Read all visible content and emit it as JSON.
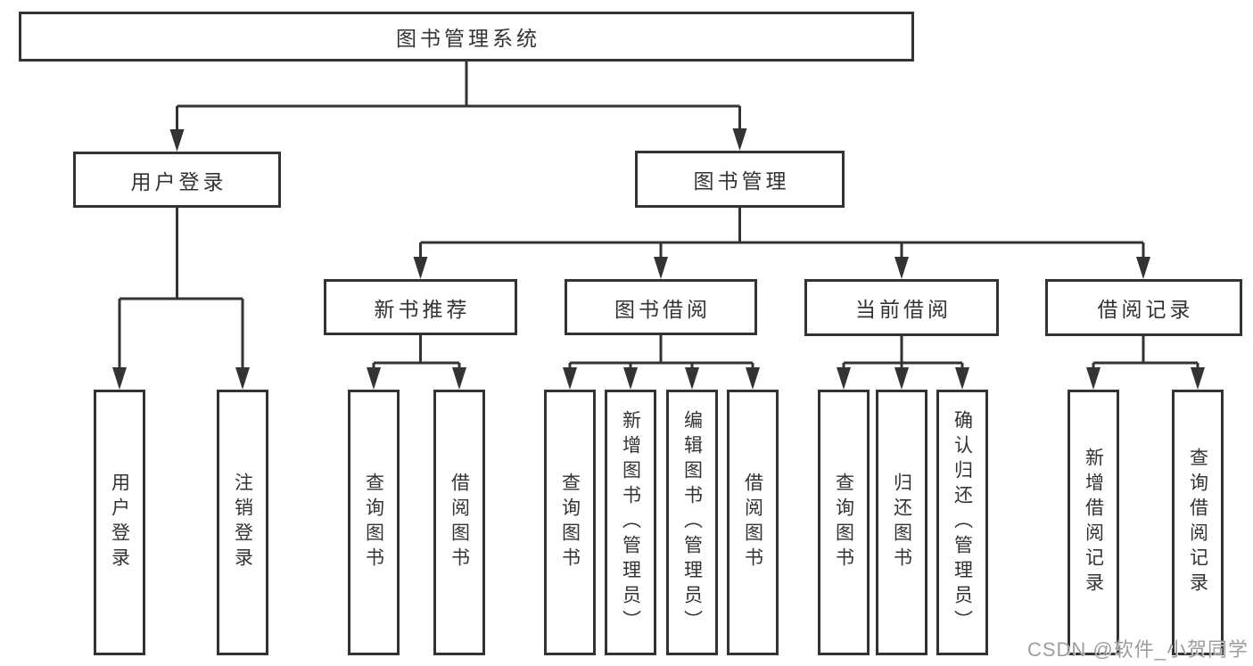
{
  "diagram_title": "图书管理系统",
  "colors": {
    "line": "#333333",
    "text": "#333333",
    "box_background": "#ffffff",
    "watermark": "#989898"
  },
  "tree": {
    "label": "图书管理系统",
    "children": [
      {
        "label": "用户登录",
        "children": [
          {
            "label": "用户登录"
          },
          {
            "label": "注销登录"
          }
        ]
      },
      {
        "label": "图书管理",
        "children": [
          {
            "label": "新书推荐",
            "children": [
              {
                "label": "查询图书"
              },
              {
                "label": "借阅图书"
              }
            ]
          },
          {
            "label": "图书借阅",
            "children": [
              {
                "label": "查询图书"
              },
              {
                "label": "新增图书（管理员）"
              },
              {
                "label": "编辑图书（管理员）"
              },
              {
                "label": "借阅图书"
              }
            ]
          },
          {
            "label": "当前借阅",
            "children": [
              {
                "label": "查询图书"
              },
              {
                "label": "归还图书"
              },
              {
                "label": "确认归还（管理员）"
              }
            ]
          },
          {
            "label": "借阅记录",
            "children": [
              {
                "label": "新增借阅记录"
              },
              {
                "label": "查询借阅记录"
              }
            ]
          }
        ]
      }
    ]
  },
  "watermark": {
    "text": "CSDN @软件_小贺同学"
  }
}
